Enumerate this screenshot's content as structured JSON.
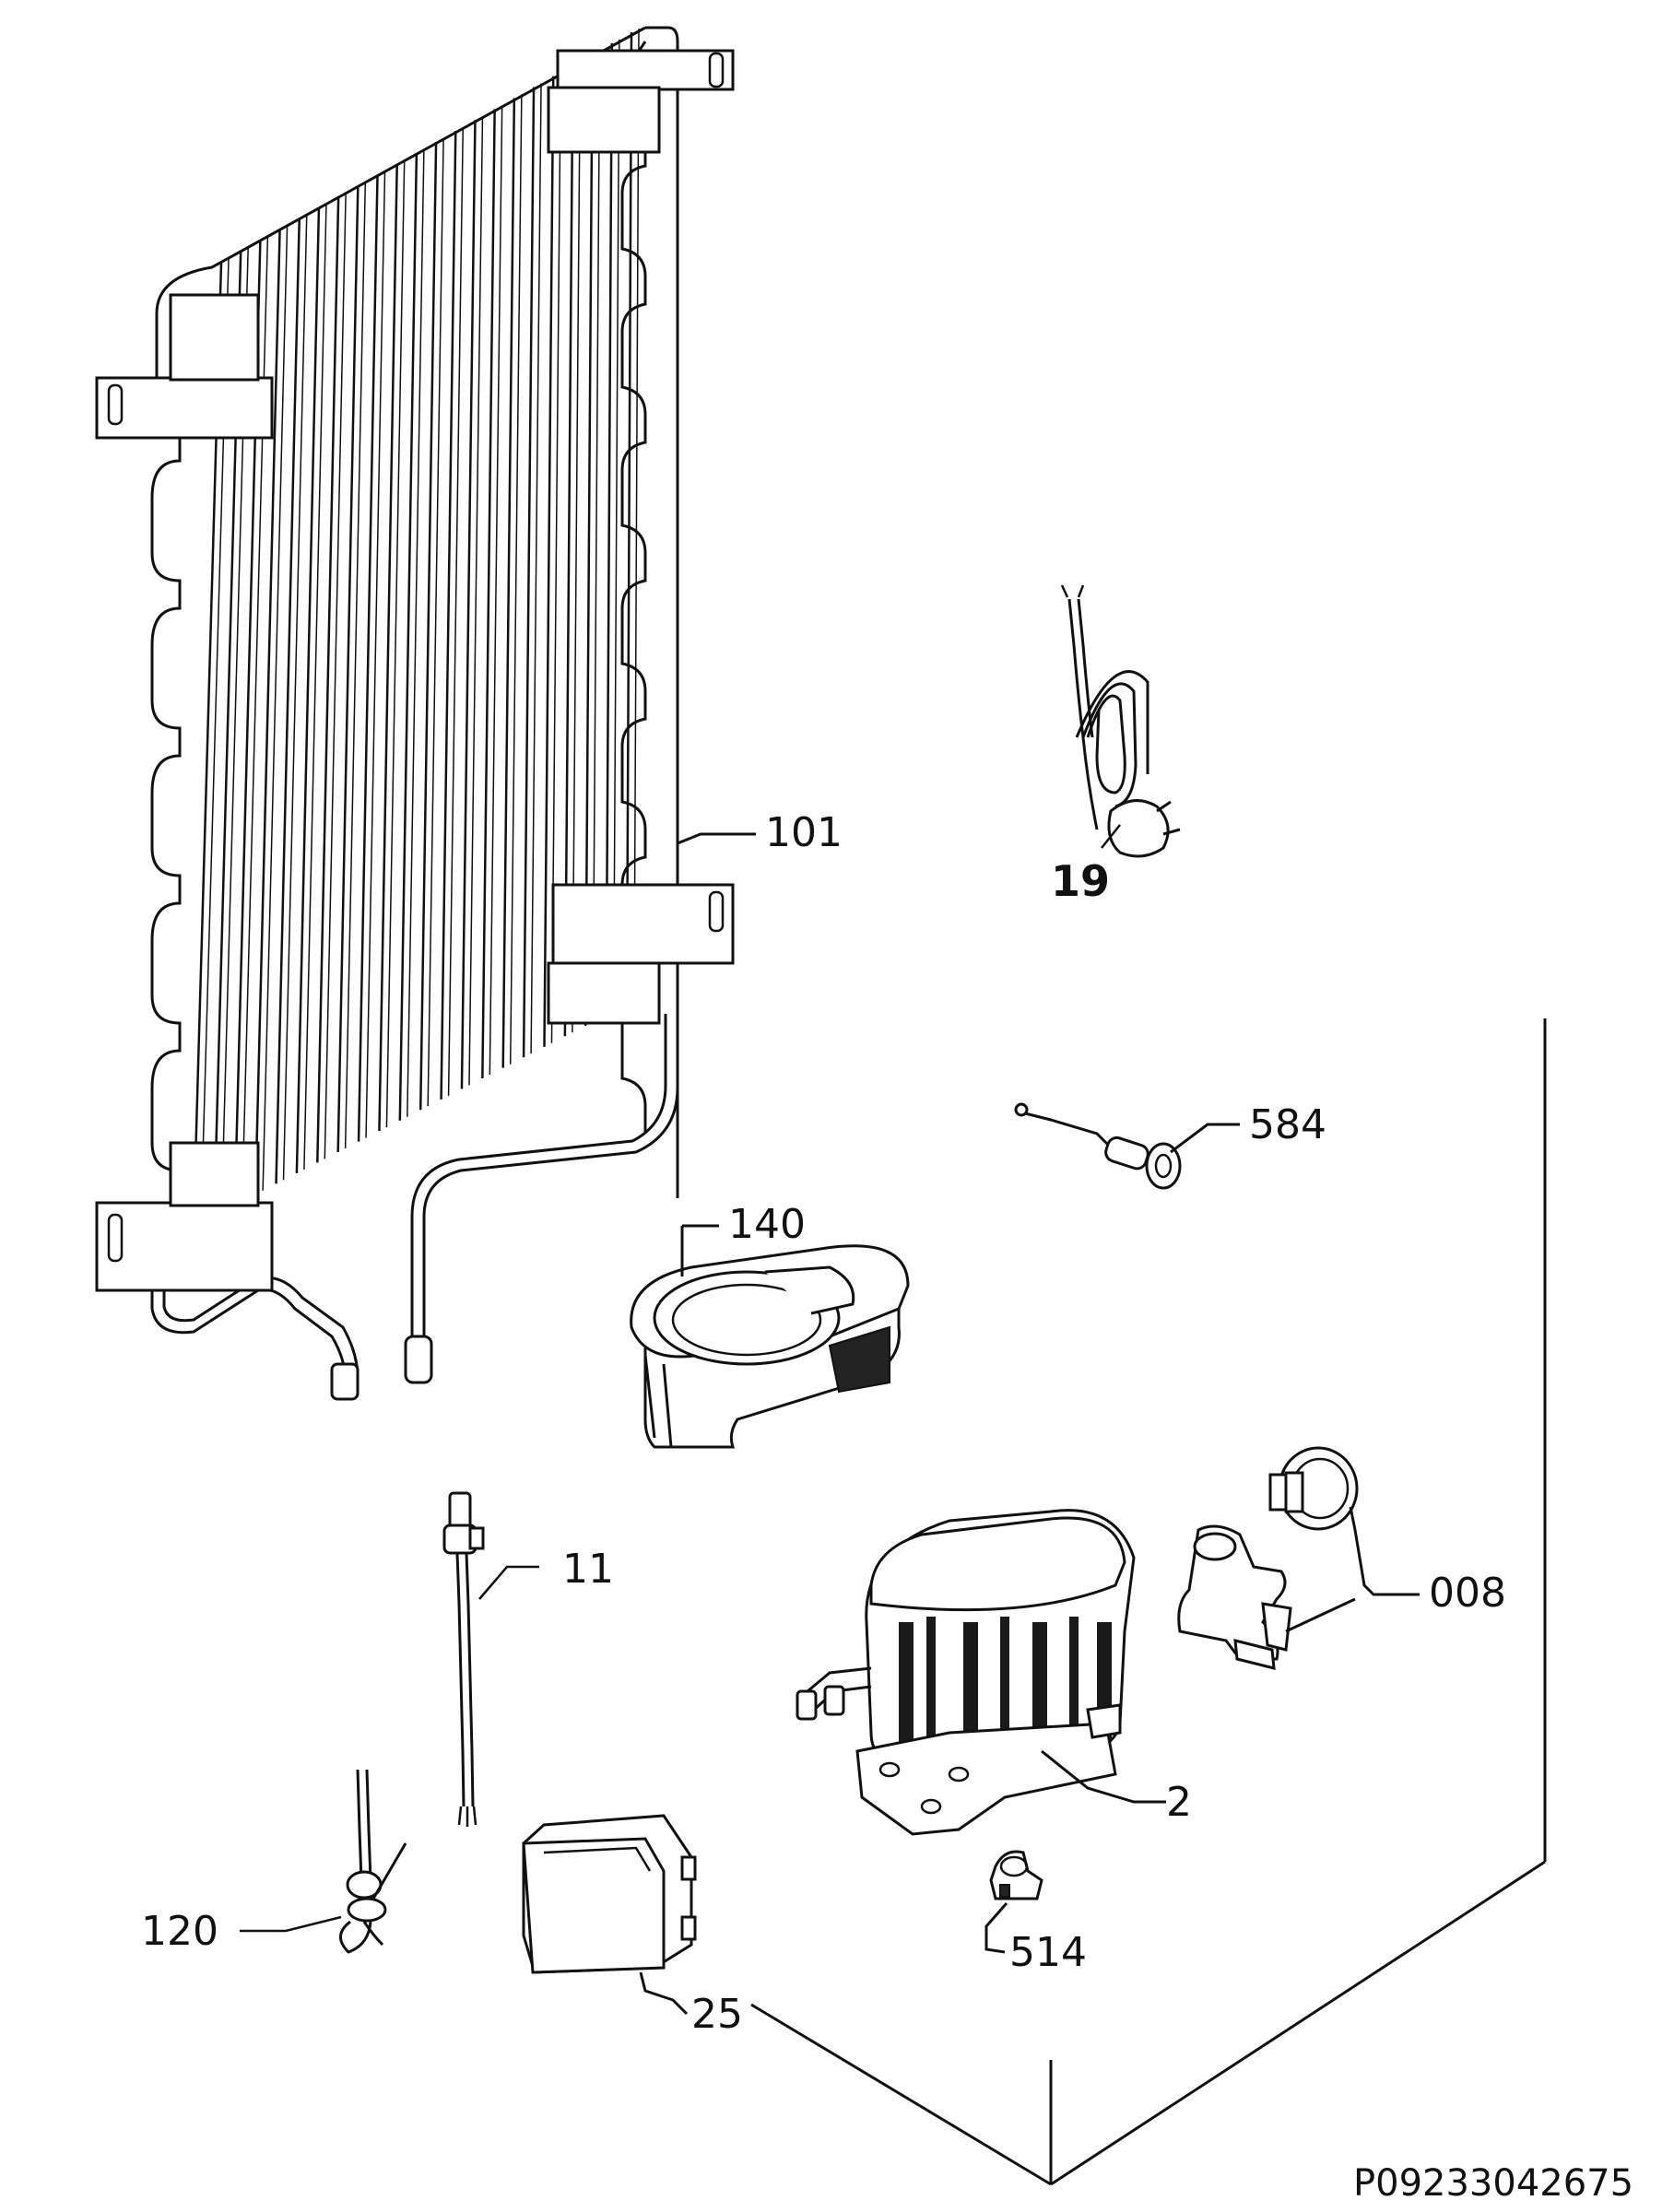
{
  "callouts": {
    "p101": "101",
    "p19": "19",
    "p584": "584",
    "p140": "140",
    "p11": "11",
    "p008": "008",
    "p2": "2",
    "p120": "120",
    "p514": "514",
    "p25": "25"
  },
  "document_code": "P09233042675"
}
